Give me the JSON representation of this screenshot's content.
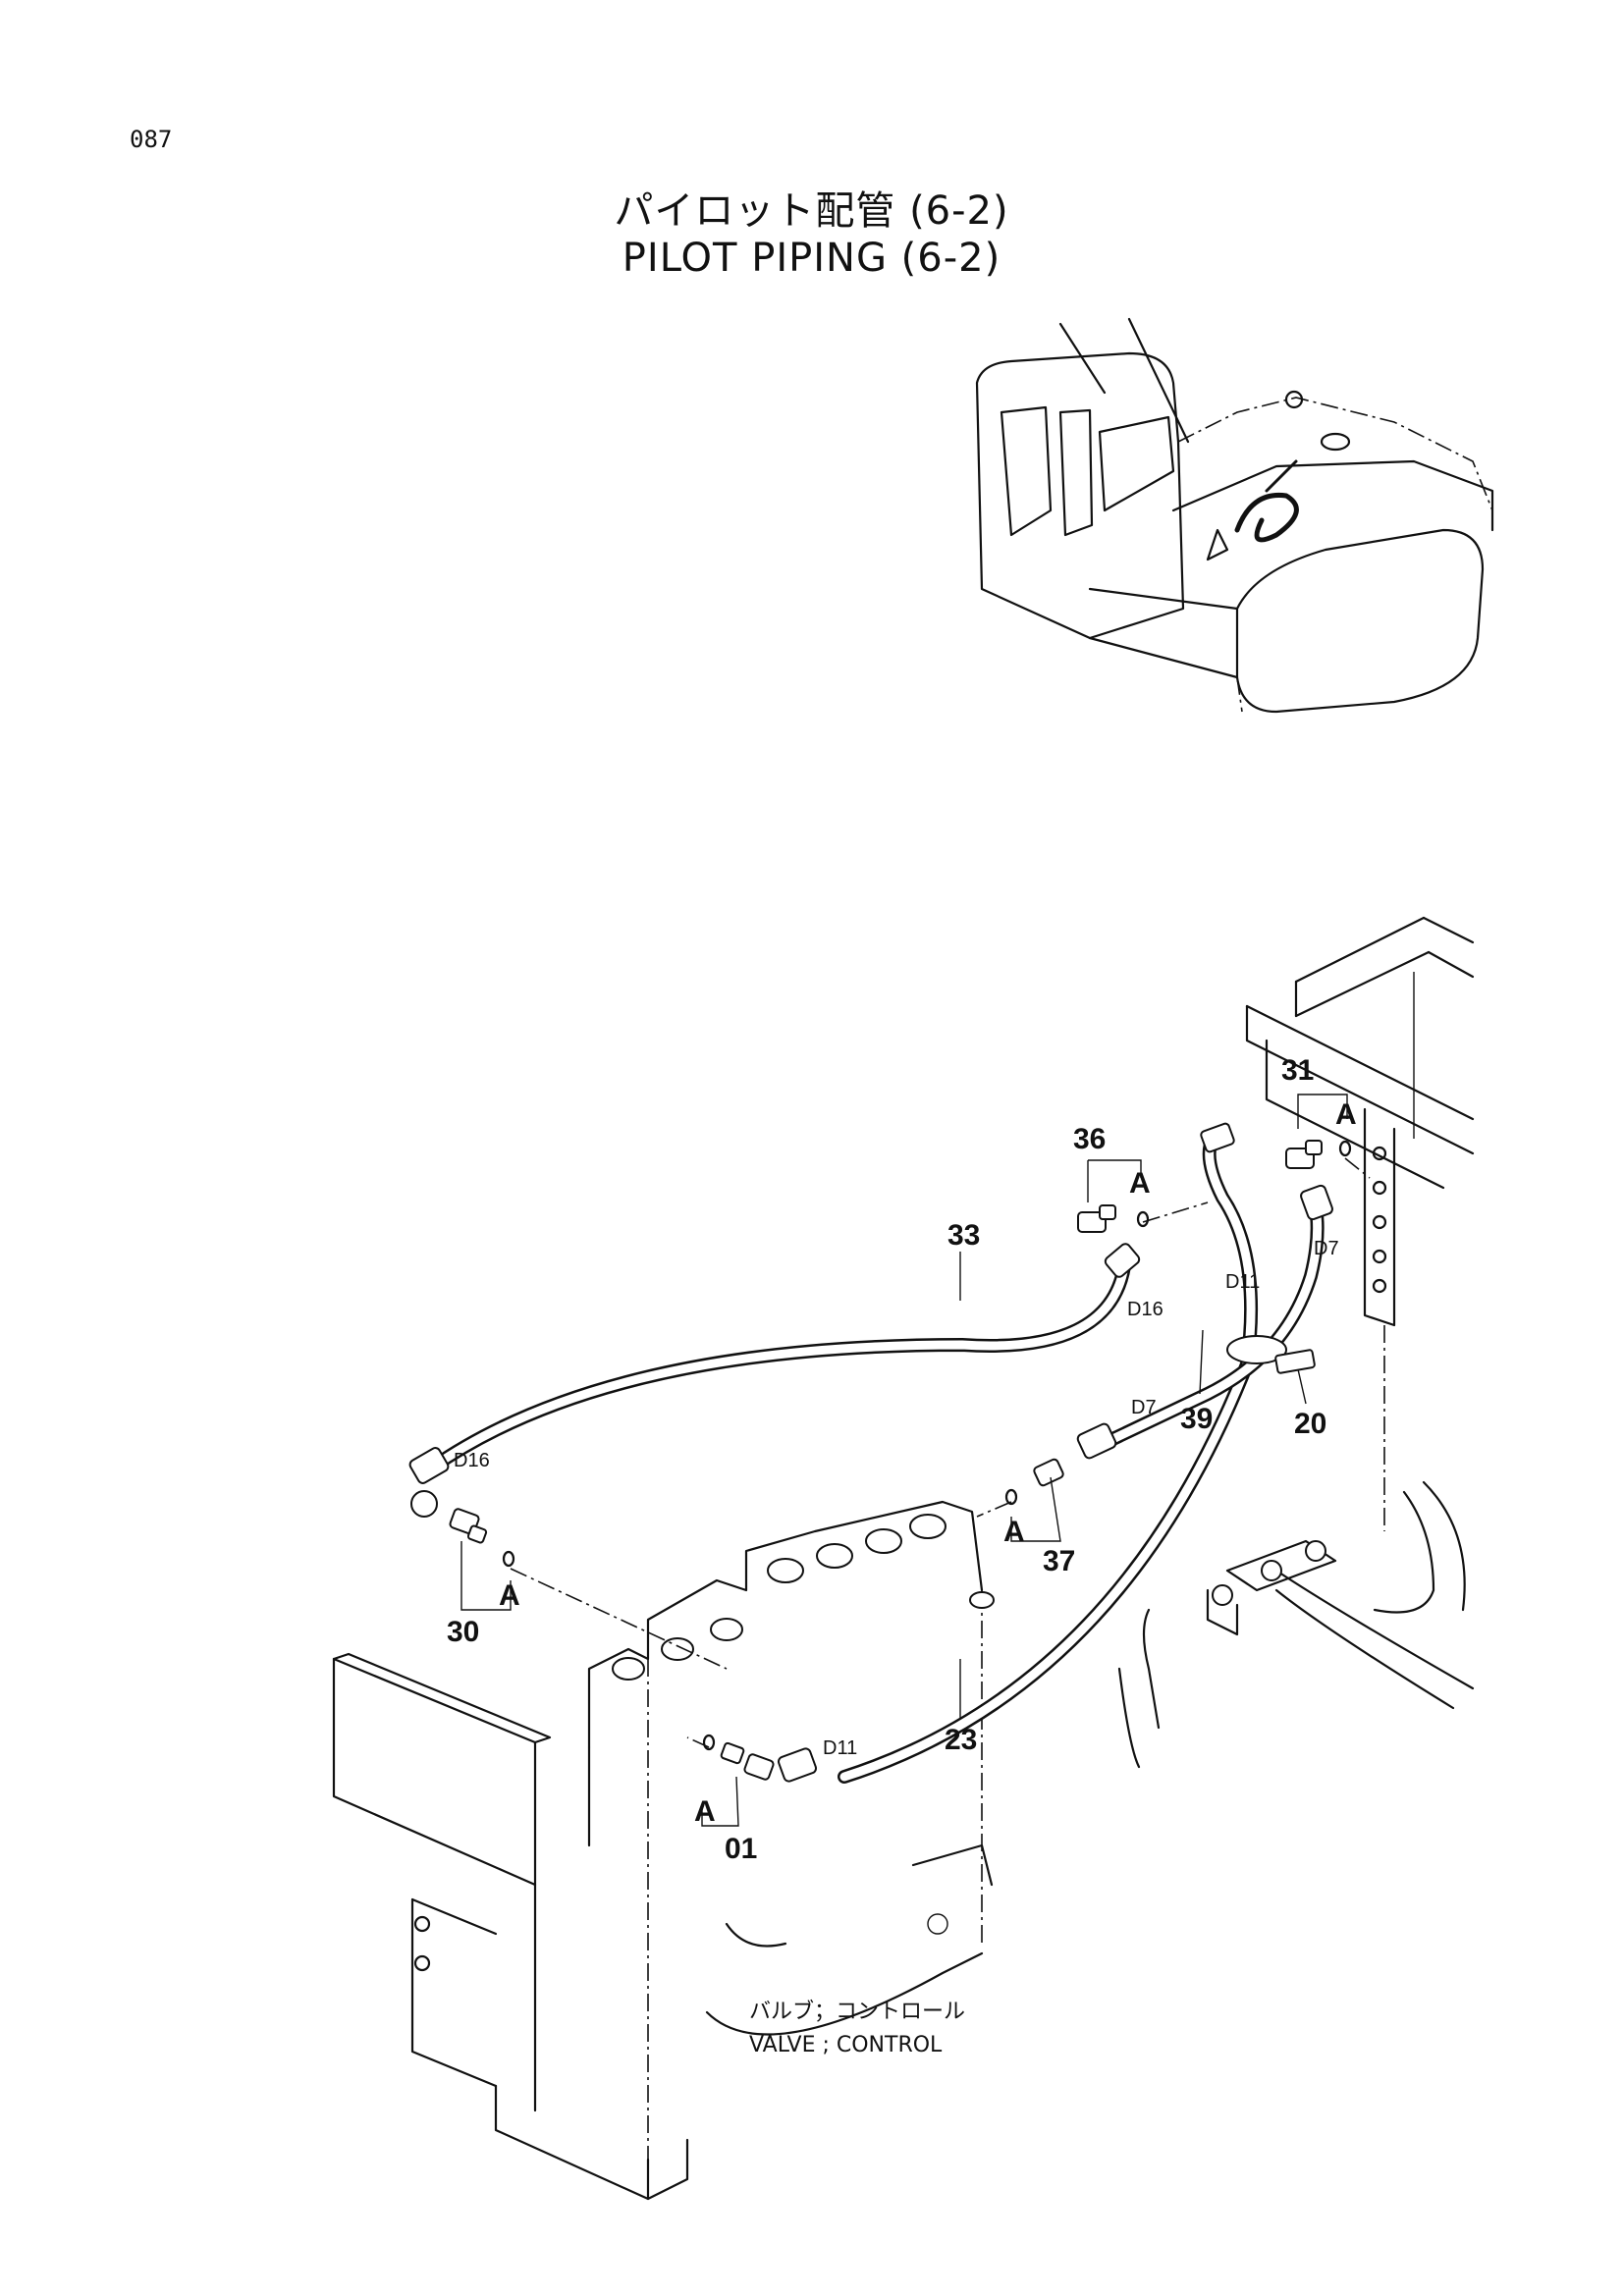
{
  "page_number": "087",
  "title_jp": "パイロット配管 (6-2)",
  "title_en": "PILOT PIPING (6-2)",
  "callouts": {
    "p01": "01",
    "p20": "20",
    "p23": "23",
    "p30": "30",
    "p31": "31",
    "p33": "33",
    "p36": "36",
    "p37": "37",
    "p39": "39"
  },
  "markers": {
    "a": "A"
  },
  "hose_tags": {
    "d7": "D7",
    "d11": "D11",
    "d16": "D16"
  },
  "caption_jp": "バルブ；コントロール",
  "caption_en": "VALVE ; CONTROL"
}
